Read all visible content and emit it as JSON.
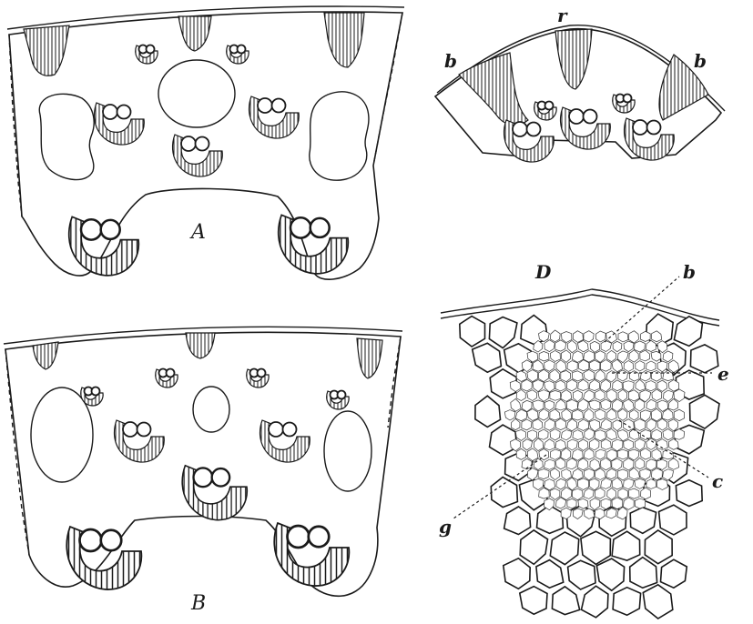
{
  "figure": {
    "panels": [
      {
        "id": "A",
        "label": "A"
      },
      {
        "id": "B",
        "label": "B"
      },
      {
        "id": "C",
        "labels": [
          "r",
          "b",
          "b"
        ]
      },
      {
        "id": "D",
        "label": "D",
        "callouts": [
          "b",
          "e",
          "c",
          "g"
        ]
      }
    ]
  },
  "colors": {
    "ink": "#1a1a1a",
    "paper": "#ffffff"
  }
}
